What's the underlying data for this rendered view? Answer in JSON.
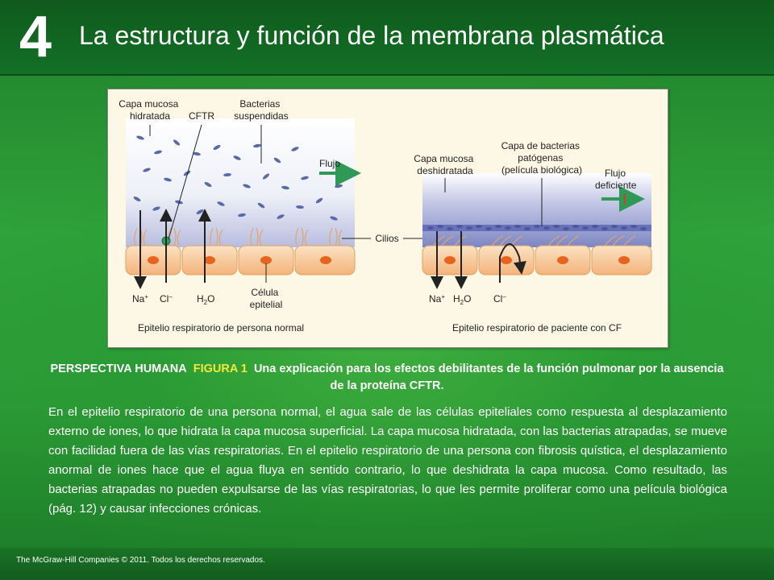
{
  "header": {
    "chapter_number": "4",
    "title": "La estructura y función de la membrana plasmática"
  },
  "figure": {
    "left_panel": {
      "label_mucus": [
        "Capa mucosa",
        "hidratada"
      ],
      "label_cftr": "CFTR",
      "label_bacteria": [
        "Bacterias",
        "suspendidas"
      ],
      "label_flow": "Flujo",
      "label_na": "Na",
      "label_na_sup": "+",
      "label_cl": "Cl",
      "label_cl_sup": "–",
      "label_h2o_h": "H",
      "label_h2o_sub": "2",
      "label_h2o_o": "O",
      "label_cell": [
        "Célula",
        "epitelial"
      ],
      "caption": "Epitelio respiratorio de persona normal"
    },
    "center": {
      "label_cilia": "Cilios"
    },
    "right_panel": {
      "label_mucus": [
        "Capa mucosa",
        "deshidratada"
      ],
      "label_bacteria": [
        "Capa de bacterias",
        "patógenas",
        "(película biológica)"
      ],
      "label_flow": [
        "Flujo",
        "deficiente"
      ],
      "label_na": "Na",
      "label_na_sup": "+",
      "label_h2o_h": "H",
      "label_h2o_sub": "2",
      "label_h2o_o": "O",
      "label_cl": "Cl",
      "label_cl_sup": "–",
      "caption": "Epitelio respiratorio de paciente con CF"
    }
  },
  "caption": {
    "prefix": "PERSPECTIVA HUMANA",
    "figure_label": "FIGURA 1",
    "title": "Una explicación para los efectos debilitantes de la función pulmonar por la ausencia de la proteína CFTR.",
    "body": "En el epitelio respiratorio de una persona normal, el agua sale de las células epiteliales como respuesta al desplazamiento externo de iones, lo que hidrata la capa mucosa superficial. La capa mucosa hidratada, con las bacterias atrapadas, se mueve con facilidad fuera de las vías respiratorias. En el epitelio respiratorio de una persona con fibrosis quística, el desplazamiento anormal de iones hace que el agua fluya en sentido contrario, lo que deshidrata la capa mucosa. Como resultado, las bacterias atrapadas no pueden expulsarse de las vías respiratorias, lo que les permite proliferar como una película biológica (pág. 12) y causar infecciones crónicas."
  },
  "footer": {
    "copyright": "The McGraw-Hill Companies © 2011. Todos los derechos reservados."
  },
  "colors": {
    "background_green": "#2e9a35",
    "header_green": "#137026",
    "caption_highlight": "#f5e63a",
    "flow_arrow": "#2e9a55",
    "cell_fill": "#f6c38e",
    "nucleus": "#e8641c",
    "bacteria": "#5a6aa8"
  }
}
